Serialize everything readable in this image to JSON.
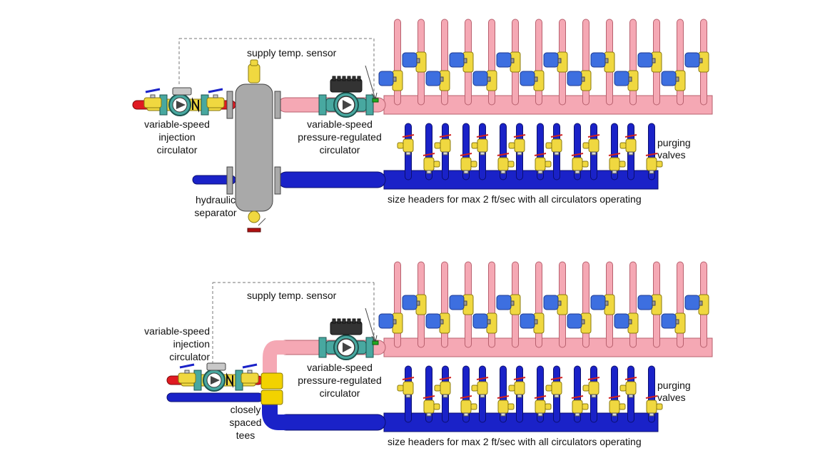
{
  "colors": {
    "supply": "#f5a8b4",
    "supply_edge": "#b8606e",
    "return": "#1a22c8",
    "return_edge": "#0b0f70",
    "hot_inlet": "#e01a22",
    "separator": "#a9a9a9",
    "brass": "#f0d840",
    "actuator": "#3d6fe0",
    "circulator": "#48a8a0",
    "tee": "#f2d200"
  },
  "top": {
    "supply_sensor_label": "supply temp. sensor",
    "injection_label": [
      "variable-speed",
      "injection",
      "circulator"
    ],
    "pressure_label": [
      "variable-speed",
      "pressure-regulated",
      "circulator"
    ],
    "purging_label": [
      "purging",
      "valves"
    ],
    "separator_label": [
      "hydraulic",
      "separator"
    ],
    "header_note": "size headers for max 2 ft/sec with all circulators operating"
  },
  "bottom": {
    "supply_sensor_label": "supply temp. sensor",
    "injection_label": [
      "variable-speed",
      "injection",
      "circulator"
    ],
    "pressure_label": [
      "variable-speed",
      "pressure-regulated",
      "circulator"
    ],
    "purging_label": [
      "purging",
      "valves"
    ],
    "tees_label": [
      "closely",
      "spaced",
      "tees"
    ],
    "header_note": "size headers for max 2 ft/sec with all circulators operating"
  }
}
